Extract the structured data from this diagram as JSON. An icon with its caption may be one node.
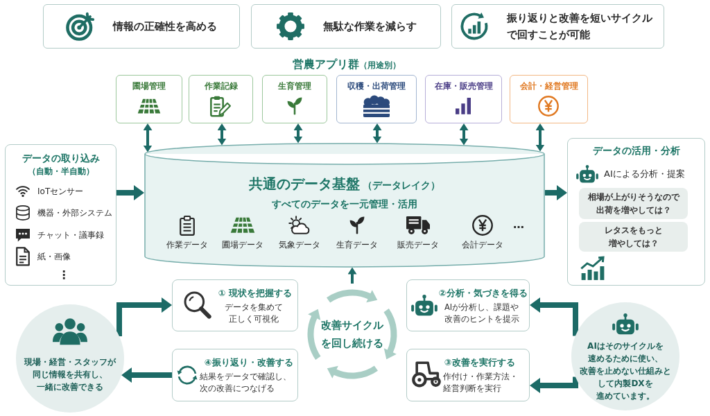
{
  "diagram": {
    "nodes": [
      {
        "text": [
          "情報の正確性を高める"
        ]
      },
      {
        "text": [
          "無駄な作業を減らす"
        ]
      },
      {
        "text": [
          "振り返りと改善を短いサイクルで回すことが可能"
        ]
      },
      {
        "text": [
          "圃場管理"
        ]
      },
      {
        "text": [
          "作業記録"
        ]
      },
      {
        "text": [
          "生育管理"
        ]
      },
      {
        "text": [
          "収穫・出荷管理"
        ]
      },
      {
        "text": [
          "在庫・販売管理"
        ]
      },
      {
        "text": [
          "会計・経営管理"
        ]
      },
      {
        "text": [
          "データの取り込み",
          "（自動・半自動）",
          "IoTセンサー",
          "機器・外部システム",
          "チャット・議事録",
          "紙・画像",
          "⋮"
        ]
      },
      {
        "text": [
          "共通のデータ基盤",
          "（データレイク）",
          "すべてのデータを一元管理・活用",
          "作業データ",
          "圃場データ",
          "気象データ",
          "生育データ",
          "販売データ",
          "会計データ",
          "…"
        ]
      },
      {
        "text": [
          "データの活用・分析",
          "AIによる分析・提案"
        ]
      },
      {
        "text": [
          "相場が上がりそうなので出荷を増やしては？"
        ],
        "in": 11
      },
      {
        "text": [
          "レタスをもっと増やしては？"
        ],
        "in": 11
      },
      {
        "text": [
          "① 現状を把握する",
          "データを集めて正しく可視化"
        ]
      },
      {
        "text": [
          "②分析・気づきを得る",
          "AIが分析し、課題や改善のヒントを提示"
        ]
      },
      {
        "text": [
          "改善サイクルを回し続ける"
        ]
      },
      {
        "text": [
          "現場・経営・スタッフが同じ情報を共有し、一緒に改善できる"
        ]
      },
      {
        "text": [
          "AIはそのサイクルを速めるために使い、改善を止めない仕組みとして内製DXを進めています。"
        ]
      },
      {
        "text": [
          "④振り返り・改善する",
          "結果をデータで確認し、次の改善につなげる"
        ]
      },
      {
        "text": [
          "③改善を実行する",
          "作付け・作業方法・経営判断を実行"
        ]
      }
    ],
    "edges": [
      {
        "from": 3,
        "to": 10,
        "arrow": "both"
      },
      {
        "from": 4,
        "to": 10,
        "arrow": "both"
      },
      {
        "from": 5,
        "to": 10,
        "arrow": "both"
      },
      {
        "from": 6,
        "to": 10,
        "arrow": "both"
      },
      {
        "from": 7,
        "to": 10,
        "arrow": "both"
      },
      {
        "from": 8,
        "to": 10,
        "arrow": "both"
      },
      {
        "from": 9,
        "to": 10,
        "arrow": "to",
        "style": "thick"
      },
      {
        "from": 10,
        "to": 11,
        "arrow": "to",
        "style": "thick"
      },
      {
        "from": 16,
        "to": 10,
        "arrow": "to"
      },
      {
        "from": 17,
        "to": 14,
        "arrow": "to",
        "style": "thick"
      },
      {
        "from": 19,
        "to": 17,
        "arrow": "to",
        "style": "thick"
      },
      {
        "from": 18,
        "to": 15,
        "arrow": "to",
        "style": "thick"
      },
      {
        "from": 18,
        "to": 20,
        "arrow": "to",
        "style": "thick"
      }
    ],
    "labels": [
      "営農アプリ群",
      "（用途別）"
    ]
  }
}
